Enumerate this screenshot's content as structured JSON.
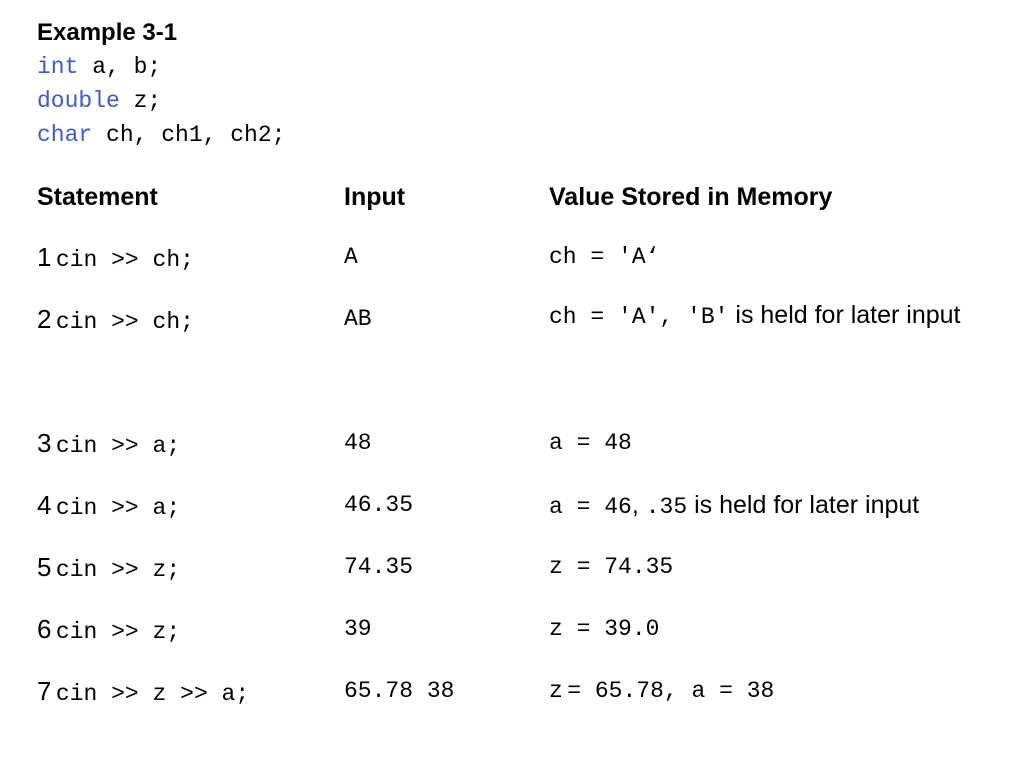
{
  "title": "Example 3-1",
  "declarations": [
    {
      "keyword": "int",
      "rest": " a, b;"
    },
    {
      "keyword": "double",
      "rest": " z;"
    },
    {
      "keyword": "char",
      "rest": " ch, ch1, ch2;"
    }
  ],
  "table": {
    "headers": {
      "statement": "Statement",
      "input": "Input",
      "value": "Value Stored in Memory"
    },
    "rows": [
      {
        "num": "1",
        "statement": "cin >> ch;",
        "input": "A",
        "value_code": "ch = 'A‘",
        "value_text": "",
        "value_code2": "",
        "value_text2": ""
      },
      {
        "num": "2",
        "statement": "cin >> ch;",
        "input": "AB",
        "value_code": "ch = 'A', 'B'",
        "value_text": " is held for later input",
        "value_code2": "",
        "value_text2": ""
      },
      {
        "num": "3",
        "statement": "cin >> a;",
        "input": "48",
        "value_code": "a = 48",
        "value_text": "",
        "value_code2": "",
        "value_text2": ""
      },
      {
        "num": "4",
        "statement": "cin >> a;",
        "input": "46.35",
        "value_code": "a = 46",
        "value_text": ", ",
        "value_code2": ".35",
        "value_text2": " is held for later input"
      },
      {
        "num": "5",
        "statement": "cin >> z;",
        "input": "74.35",
        "value_code": "z = 74.35",
        "value_text": "",
        "value_code2": "",
        "value_text2": ""
      },
      {
        "num": "6",
        "statement": "cin >> z;",
        "input": "39",
        "value_code": "z = 39.0",
        "value_text": "",
        "value_code2": "",
        "value_text2": ""
      },
      {
        "num": "7",
        "statement": "cin >> z >> a;",
        "input": "65.78 38",
        "value_code": "z",
        "value_text": "",
        "value_code2": "= 65.78, a = 38",
        "value_text2": ""
      }
    ]
  }
}
